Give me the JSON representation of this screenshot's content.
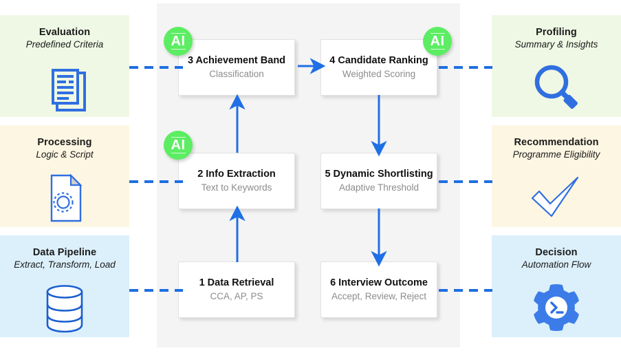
{
  "diagram": {
    "title_visible": false,
    "colors": {
      "accent_blue": "#1e6fe0",
      "arrow_blue": "#1f6fe5",
      "icon_blue": "#2f6fe0",
      "ai_badge_green": "#5ced63",
      "container_gray": "#f4f4f4",
      "node_white": "#ffffff",
      "node_subtitle_gray": "#8c8c8c",
      "panel_green": "#eff8e4",
      "panel_yellow": "#fdf6e2",
      "panel_blue": "#dcf0fc"
    }
  },
  "left_panels": [
    {
      "id": "evaluation",
      "title": "Evaluation",
      "subtitle": "Predefined Criteria",
      "icon": "documents-icon",
      "background": "#eff8e4"
    },
    {
      "id": "processing",
      "title": "Processing",
      "subtitle": "Logic & Script",
      "icon": "script-gear-icon",
      "background": "#fdf6e2"
    },
    {
      "id": "data-pipeline",
      "title": "Data Pipeline",
      "subtitle": "Extract, Transform, Load",
      "icon": "database-icon",
      "background": "#dcf0fc"
    }
  ],
  "right_panels": [
    {
      "id": "profiling",
      "title": "Profiling",
      "subtitle": "Summary & Insights",
      "icon": "magnifier-icon",
      "background": "#eff8e4"
    },
    {
      "id": "recommendation",
      "title": "Recommendation",
      "subtitle": "Programme Eligibility",
      "icon": "checkmark-icon",
      "background": "#fdf6e2"
    },
    {
      "id": "decision",
      "title": "Decision",
      "subtitle": "Automation Flow",
      "icon": "gear-terminal-icon",
      "background": "#dcf0fc"
    }
  ],
  "nodes": [
    {
      "id": "node-3",
      "number": "3",
      "title": "3 Achievement Band",
      "subtitle": "Classification",
      "ai_badge": true,
      "ai_label": "AI",
      "column": "left",
      "row": "top"
    },
    {
      "id": "node-4",
      "number": "4",
      "title": "4 Candidate Ranking",
      "subtitle": "Weighted Scoring",
      "ai_badge": true,
      "ai_label": "AI",
      "column": "right",
      "row": "top"
    },
    {
      "id": "node-2",
      "number": "2",
      "title": "2 Info Extraction",
      "subtitle": "Text to Keywords",
      "ai_badge": true,
      "ai_label": "AI",
      "column": "left",
      "row": "middle"
    },
    {
      "id": "node-5",
      "number": "5",
      "title": "5 Dynamic Shortlisting",
      "subtitle": "Adaptive Threshold",
      "ai_badge": false,
      "ai_label": "",
      "column": "right",
      "row": "middle"
    },
    {
      "id": "node-1",
      "number": "1",
      "title": "1 Data Retrieval",
      "subtitle": "CCA, AP, PS",
      "ai_badge": false,
      "ai_label": "",
      "column": "left",
      "row": "bottom"
    },
    {
      "id": "node-6",
      "number": "6",
      "title": "6 Interview Outcome",
      "subtitle": "Accept, Review, Reject",
      "ai_badge": false,
      "ai_label": "",
      "column": "right",
      "row": "bottom"
    }
  ],
  "flow_arrows": [
    {
      "from": "node-1",
      "to": "node-2",
      "direction": "up",
      "style": "solid"
    },
    {
      "from": "node-2",
      "to": "node-3",
      "direction": "up",
      "style": "solid"
    },
    {
      "from": "node-3",
      "to": "node-4",
      "direction": "right",
      "style": "solid"
    },
    {
      "from": "node-4",
      "to": "node-5",
      "direction": "down",
      "style": "solid"
    },
    {
      "from": "node-5",
      "to": "node-6",
      "direction": "down",
      "style": "solid"
    }
  ],
  "dashed_links": [
    {
      "panel": "evaluation",
      "node": "node-3",
      "side": "left"
    },
    {
      "panel": "processing",
      "node": "node-2",
      "side": "left"
    },
    {
      "panel": "data-pipeline",
      "node": "node-1",
      "side": "left"
    },
    {
      "panel": "profiling",
      "node": "node-4",
      "side": "right"
    },
    {
      "panel": "recommendation",
      "node": "node-5",
      "side": "right"
    },
    {
      "panel": "decision",
      "node": "node-6",
      "side": "right"
    }
  ]
}
